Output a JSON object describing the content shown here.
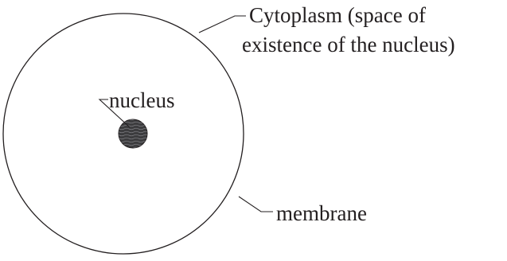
{
  "labels": {
    "cytoplasm_line1": "Cytoplasm (space of",
    "cytoplasm_line2": "existence of the nucleus)",
    "nucleus": "nucleus",
    "membrane": "membrane"
  },
  "colors": {
    "stroke": "#231f20",
    "nucleus_fill": "#3c3c3e",
    "nucleus_texture": "#7a7a7e",
    "background": "#ffffff"
  }
}
